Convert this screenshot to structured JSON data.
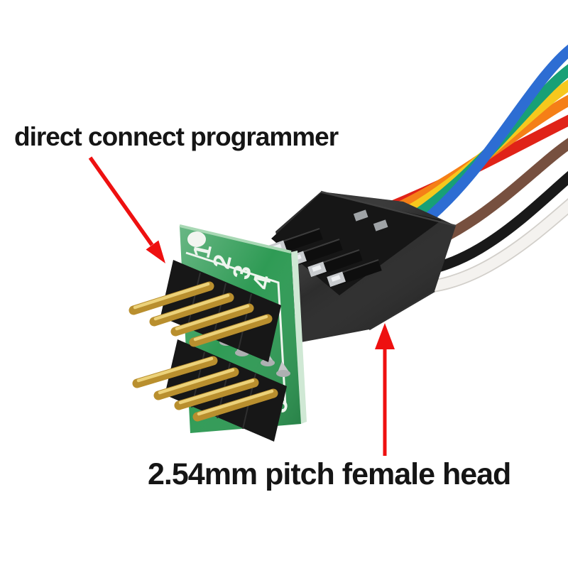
{
  "labels": {
    "programmer": "direct connect programmer",
    "female_head": "2.54mm pitch female head"
  },
  "arrows": {
    "color": "#ee1010"
  },
  "pcb": {
    "pin_labels": [
      "1",
      "2",
      "3",
      "4",
      "5"
    ],
    "board_color": "#2f9b55",
    "silkscreen_color": "#eef5ee",
    "edge_color": "#cfe8d4"
  },
  "connector": {
    "housing_color": "#222222",
    "contact_color": "#c8cbce"
  },
  "pins": {
    "gold_color": "#b98f2e"
  },
  "wires": [
    {
      "name": "white",
      "color": "#f4f2ef"
    },
    {
      "name": "black",
      "color": "#191919"
    },
    {
      "name": "brown",
      "color": "#77503f"
    },
    {
      "name": "red",
      "color": "#e02318"
    },
    {
      "name": "orange",
      "color": "#f57f17"
    },
    {
      "name": "yellow",
      "color": "#f6c81d"
    },
    {
      "name": "green",
      "color": "#18a076"
    },
    {
      "name": "blue",
      "color": "#2d6dd3"
    }
  ]
}
